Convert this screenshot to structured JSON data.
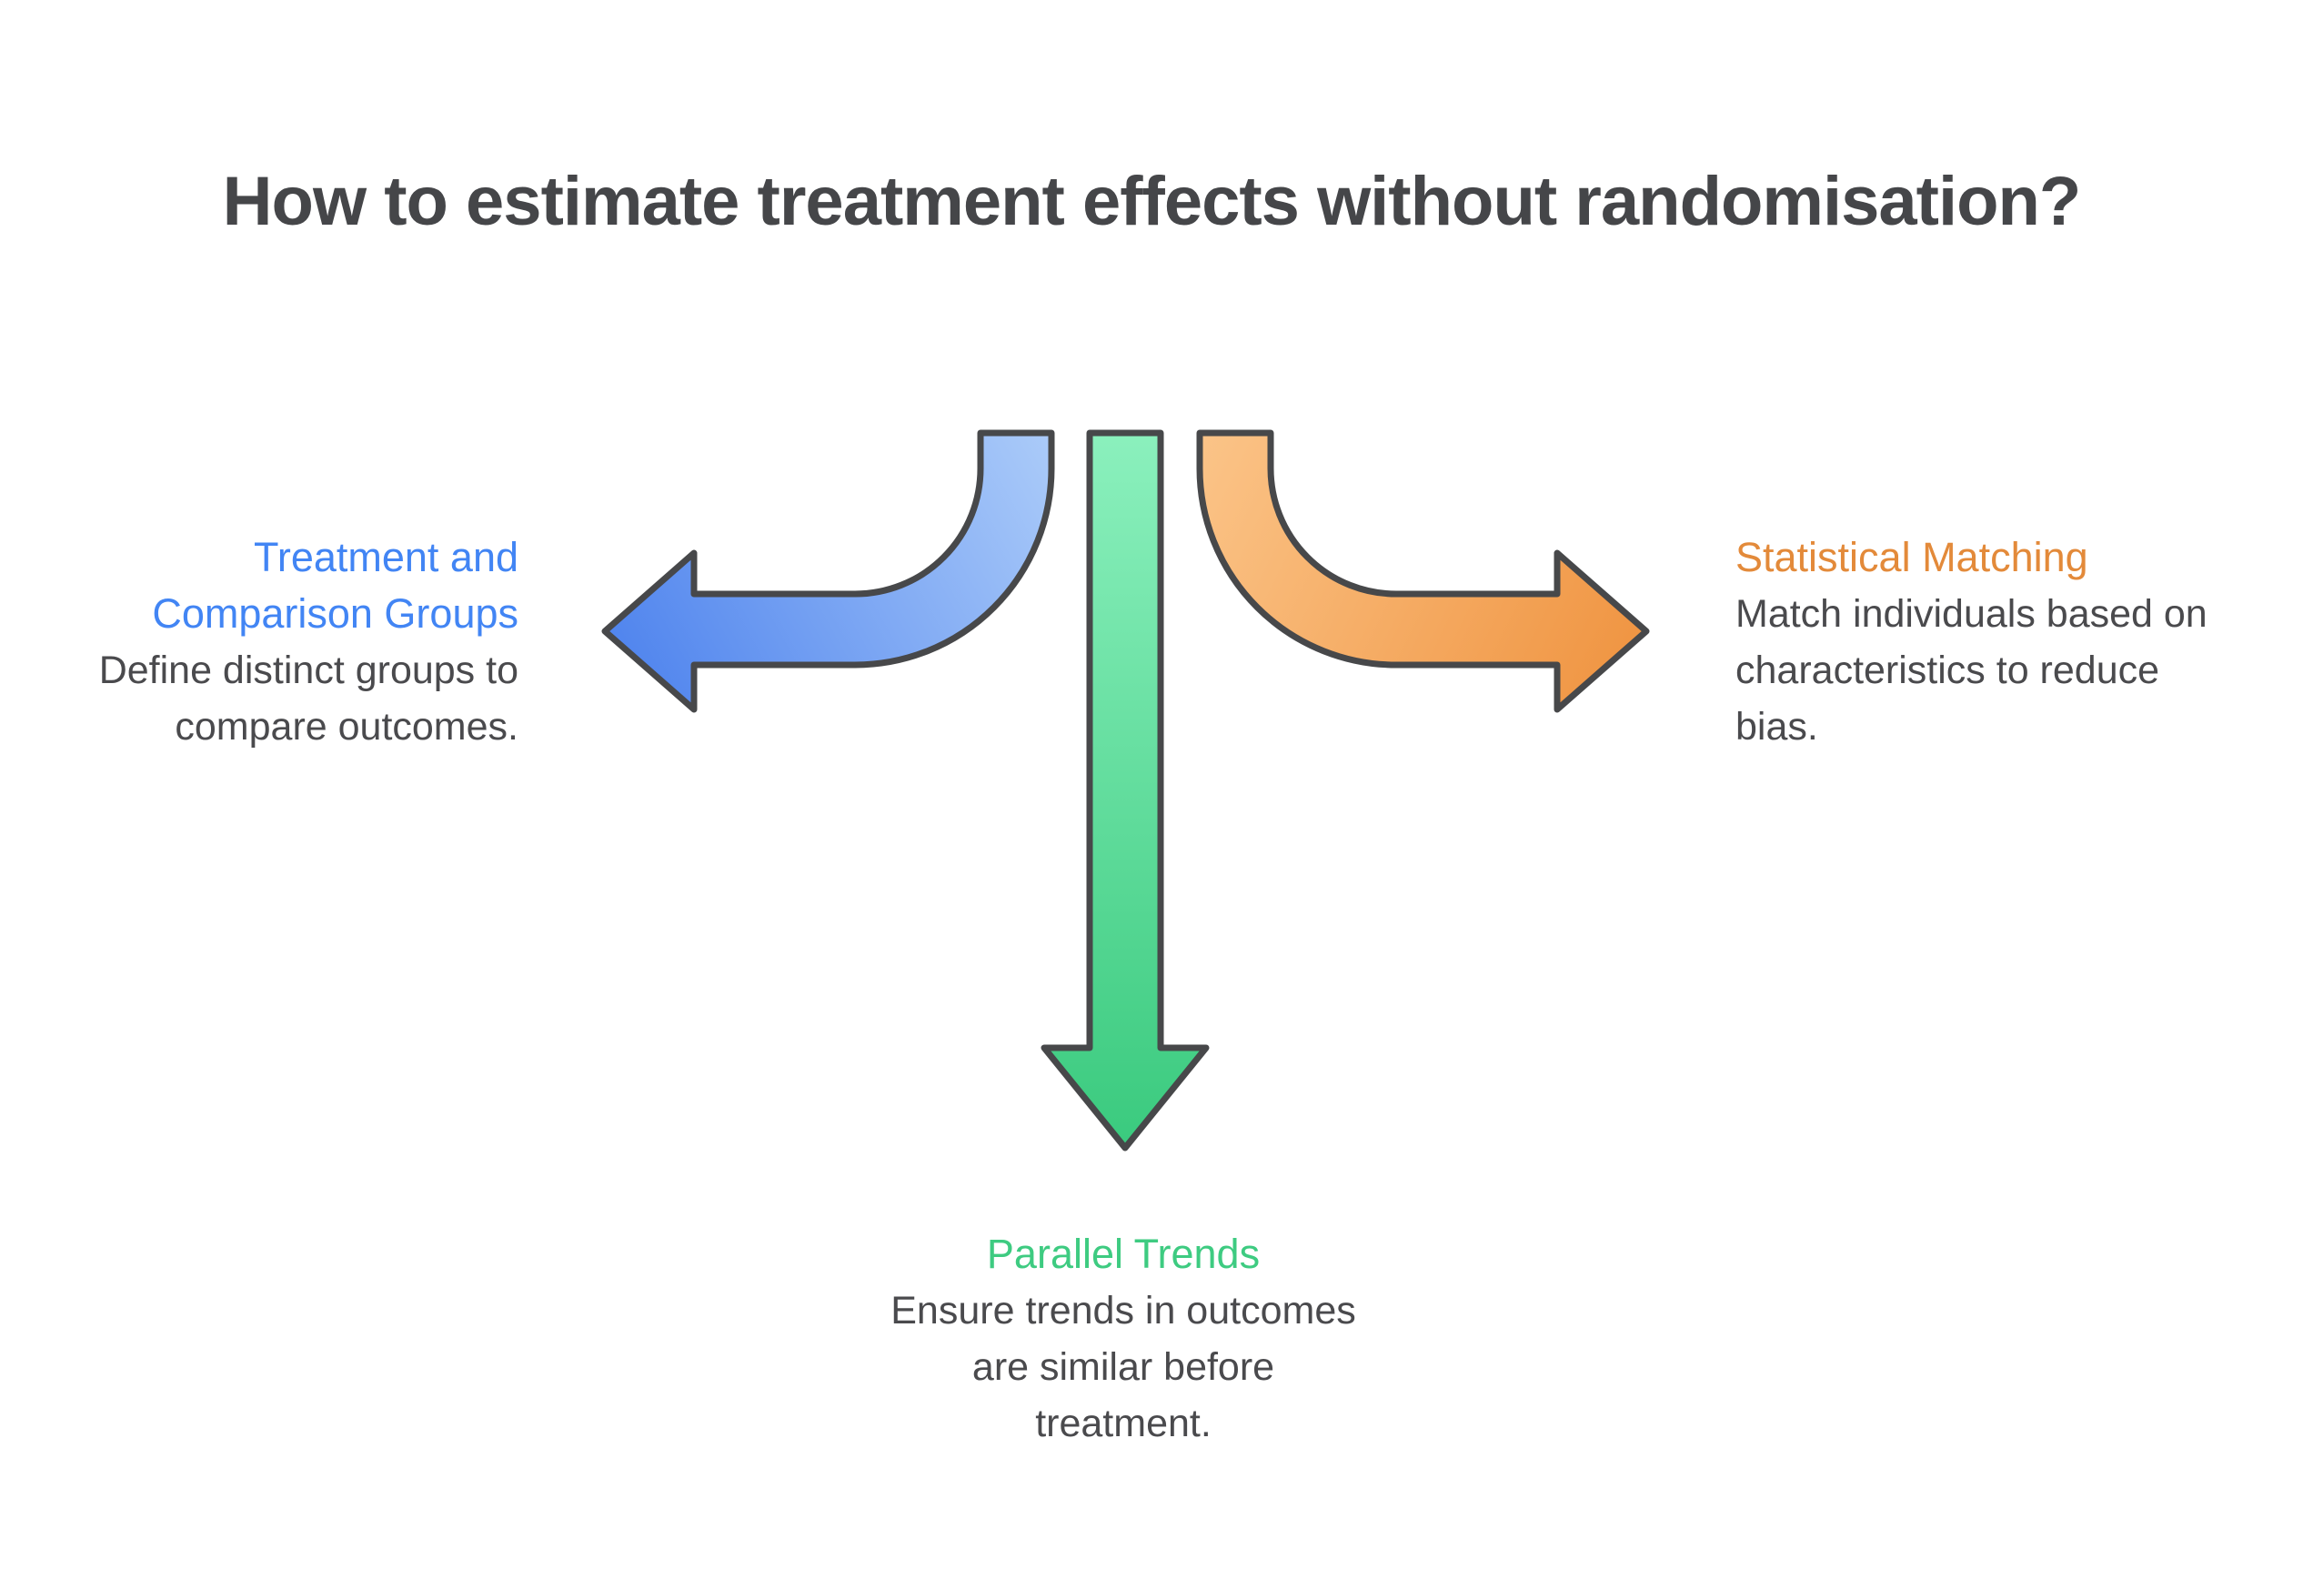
{
  "title": "How to estimate treatment effects without randomisation?",
  "colors": {
    "title_text": "#454649",
    "body_text": "#4a4a4d",
    "arrow_outline": "#47484a",
    "blue_accent": "#4285f4",
    "green_accent": "#3ecb81",
    "orange_accent": "#e38a3a",
    "blue_arrow_gradient": [
      "#abcbf9",
      "#5286ee"
    ],
    "green_arrow_gradient": [
      "#8bf0bd",
      "#3aca7e"
    ],
    "orange_arrow_gradient": [
      "#fbc488",
      "#ef923e"
    ]
  },
  "branches": {
    "left": {
      "direction": "left",
      "label_lines": [
        "Treatment and",
        "Comparison Groups"
      ],
      "description_lines": [
        "Define distinct groups to",
        "compare outcomes."
      ]
    },
    "down": {
      "direction": "down",
      "label": "Parallel Trends",
      "description_lines": [
        "Ensure trends in outcomes",
        "are similar before",
        "treatment."
      ]
    },
    "right": {
      "direction": "right",
      "label": "Statistical Matching",
      "description_lines": [
        "Match individuals based on",
        "characteristics to reduce",
        "bias."
      ]
    }
  }
}
